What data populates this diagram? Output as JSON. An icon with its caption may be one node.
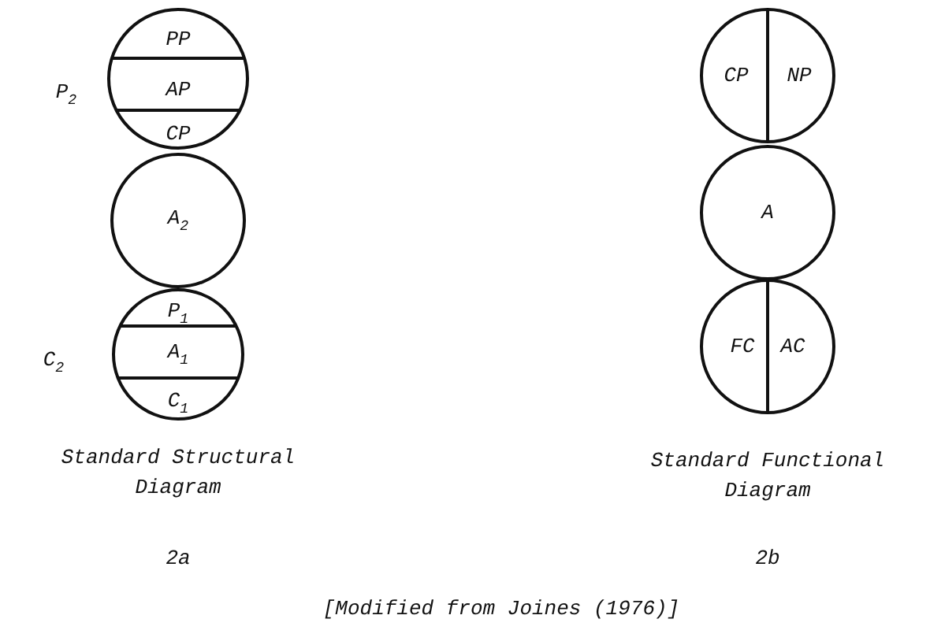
{
  "diagram": {
    "caption": "[Modified from Joines (1976)]",
    "nodes": [
      {
        "text": [
          "PP",
          "AP",
          "CP"
        ],
        "beside": [
          "P$_{2}$"
        ]
      },
      {
        "text": [
          "A$_{2}$"
        ]
      },
      {
        "text": [
          "P$_{1}$",
          "A$_{1}$",
          "C$_{1}$"
        ],
        "beside": [
          "C$_{2}$"
        ]
      },
      {
        "text": [
          "CP",
          "NP"
        ]
      },
      {
        "text": [
          "A"
        ]
      },
      {
        "text": [
          "FC",
          "AC"
        ]
      }
    ],
    "edges": [],
    "labels": [
      "Standard Structural Diagram",
      "Standard Functional Diagram",
      "2a",
      "2b"
    ]
  }
}
